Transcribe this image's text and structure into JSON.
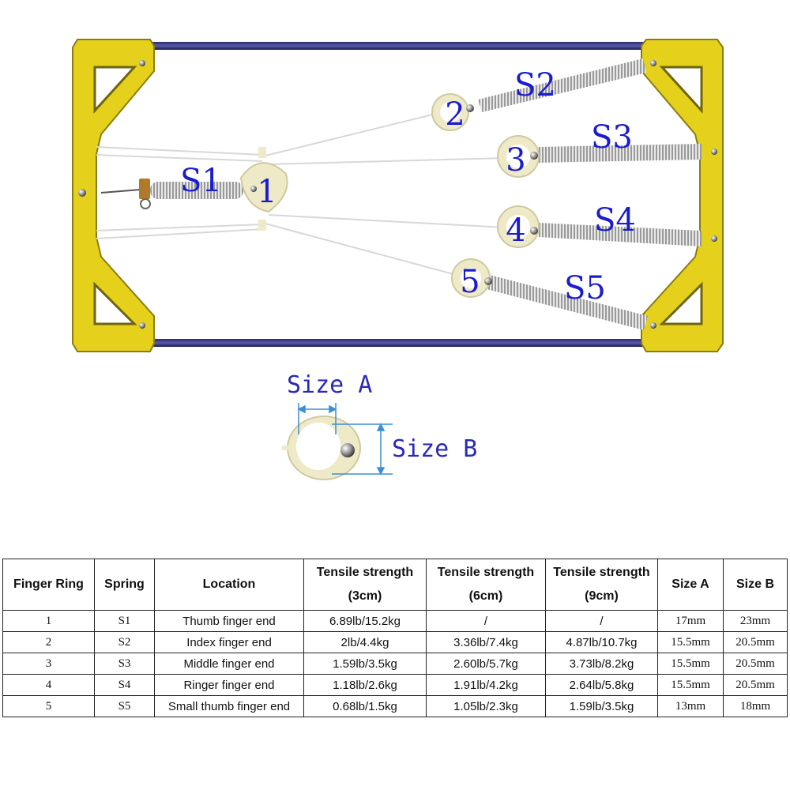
{
  "diagram": {
    "finger_rings": [
      "1",
      "2",
      "3",
      "4",
      "5"
    ],
    "spring_labels": [
      "S1",
      "S2",
      "S3",
      "S4",
      "S5"
    ],
    "size_a_label": "Size A",
    "size_b_label": "Size B",
    "frame_color": "#e5d01c",
    "label_color": "#1c1ccf",
    "dimension_line_color": "#3a8fd6"
  },
  "table": {
    "headers": [
      {
        "line1": "Finger Ring",
        "line2": ""
      },
      {
        "line1": "Spring",
        "line2": ""
      },
      {
        "line1": "Location",
        "line2": ""
      },
      {
        "line1": "Tensile strength",
        "line2": "(3cm)"
      },
      {
        "line1": "Tensile strength",
        "line2": "(6cm)"
      },
      {
        "line1": "Tensile strength",
        "line2": "(9cm)"
      },
      {
        "line1": "Size A",
        "line2": ""
      },
      {
        "line1": "Size B",
        "line2": ""
      }
    ],
    "rows": [
      [
        "1",
        "S1",
        "Thumb finger end",
        "6.89lb/15.2kg",
        "/",
        "/",
        "17mm",
        "23mm"
      ],
      [
        "2",
        "S2",
        "Index finger end",
        "2lb/4.4kg",
        "3.36lb/7.4kg",
        "4.87lb/10.7kg",
        "15.5mm",
        "20.5mm"
      ],
      [
        "3",
        "S3",
        "Middle finger end",
        "1.59lb/3.5kg",
        "2.60lb/5.7kg",
        "3.73lb/8.2kg",
        "15.5mm",
        "20.5mm"
      ],
      [
        "4",
        "S4",
        "Ringer finger end",
        "1.18lb/2.6kg",
        "1.91lb/4.2kg",
        "2.64lb/5.8kg",
        "15.5mm",
        "20.5mm"
      ],
      [
        "5",
        "S5",
        "Small thumb finger end",
        "0.68lb/1.5kg",
        "1.05lb/2.3kg",
        "1.59lb/3.5kg",
        "13mm",
        "18mm"
      ]
    ]
  }
}
